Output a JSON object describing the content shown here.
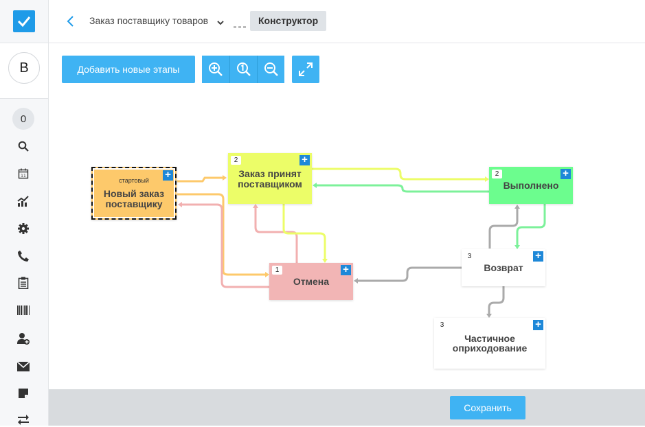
{
  "header": {
    "breadcrumb_label": "Заказ поставщику товаров",
    "active_tab": "Конструктор"
  },
  "sidebar": {
    "avatar_letter": "B",
    "counter": "0",
    "icons": [
      "search-icon",
      "calendar-icon",
      "chart-icon",
      "gear-icon",
      "phone-icon",
      "clipboard-icon",
      "barcode-icon",
      "add-user-icon",
      "mail-icon",
      "note-icon",
      "transfer-icon"
    ]
  },
  "toolbar": {
    "add_stages_label": "Добавить новые этапы",
    "zoom_in_icon": "zoom-in-icon",
    "zoom_reset_icon": "zoom-reset-icon",
    "zoom_out_icon": "zoom-out-icon",
    "fullscreen_icon": "fullscreen-icon"
  },
  "stages": {
    "new_order": {
      "tag": "стартовый",
      "title_line1": "Новый заказ",
      "title_line2": "поставщику",
      "color": "#fdc96b"
    },
    "accepted": {
      "number": "2",
      "title_line1": "Заказ принят",
      "title_line2": "поставщиком",
      "color": "#ecfd68"
    },
    "done": {
      "number": "2",
      "title": "Выполнено",
      "color": "#6cfd8e"
    },
    "cancel": {
      "number": "1",
      "title": "Отмена",
      "color": "#f2b5b5"
    },
    "return": {
      "number": "3",
      "title": "Возврат",
      "color": "#ffffff"
    },
    "partial": {
      "number": "3",
      "title_line1": "Частичное",
      "title_line2": "оприходование",
      "color": "#ffffff"
    },
    "plus": "+"
  },
  "footer": {
    "save_label": "Сохранить"
  }
}
